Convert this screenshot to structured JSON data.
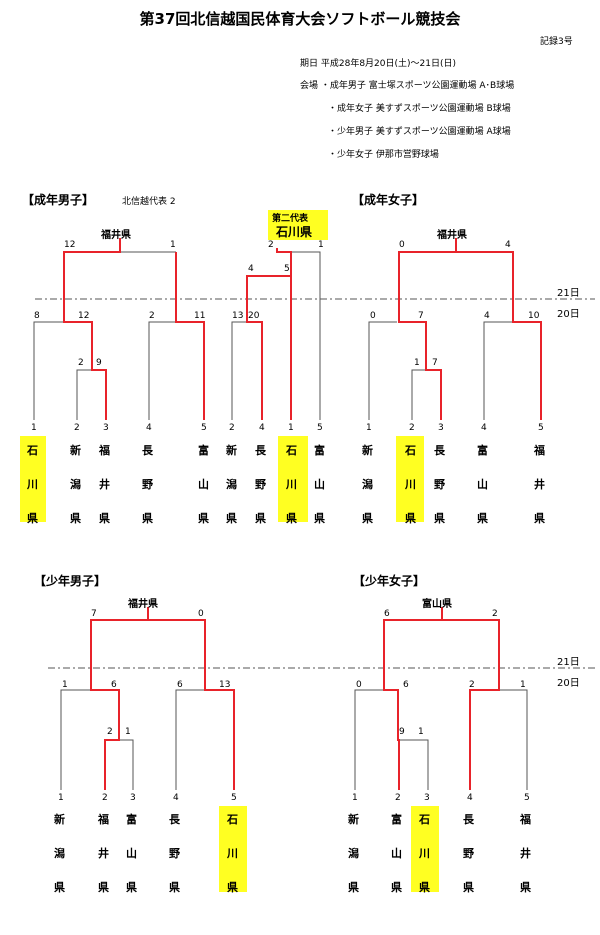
{
  "title": "第37回北信越国民体育大会ソフトボール競技会",
  "record_no": "記録3号",
  "info": {
    "date": "期日 平成28年8月20日(土)～21日(日)",
    "venue1": "会場 ・成年男子 富士塚スポーツ公園運動場 A･B球場",
    "venue2": "・成年女子 美すずスポーツ公園運動場 B球場",
    "venue3": "・少年男子 美すずスポーツ公園運動場 A球場",
    "venue4": "・少年女子 伊那市営野球場"
  },
  "day21": "21日",
  "day20": "20日",
  "men_adult": {
    "header": "【成年男子】",
    "rep": "北信越代表 2",
    "winner": "福井県",
    "second_label": "第二代表",
    "second_winner": "石川県",
    "scores": [
      "12",
      "1",
      "8",
      "12",
      "2",
      "11",
      "2",
      "9",
      "2",
      "1",
      "4",
      "5",
      "13",
      "20"
    ],
    "seeds": [
      "1",
      "2",
      "3",
      "4",
      "5",
      "2",
      "4",
      "1",
      "5"
    ],
    "teams": [
      "石",
      "川",
      "県",
      "新",
      "潟",
      "県",
      "福",
      "井",
      "県",
      "長",
      "野",
      "県",
      "富",
      "山",
      "県",
      "新",
      "潟",
      "県",
      "長",
      "野",
      "県",
      "石",
      "川",
      "県",
      "富",
      "山",
      "県"
    ]
  },
  "women_adult": {
    "header": "【成年女子】",
    "winner": "福井県",
    "scores": [
      "0",
      "4",
      "0",
      "7",
      "4",
      "10",
      "1",
      "7"
    ],
    "seeds": [
      "1",
      "2",
      "3",
      "4",
      "5"
    ],
    "teams": [
      "新",
      "潟",
      "県",
      "石",
      "川",
      "県",
      "長",
      "野",
      "県",
      "富",
      "山",
      "県",
      "福",
      "井",
      "県"
    ]
  },
  "men_youth": {
    "header": "【少年男子】",
    "winner": "福井県",
    "scores": [
      "7",
      "0",
      "1",
      "6",
      "6",
      "13",
      "2",
      "1"
    ],
    "seeds": [
      "1",
      "2",
      "3",
      "4",
      "5"
    ],
    "teams": [
      "新",
      "潟",
      "県",
      "福",
      "井",
      "県",
      "富",
      "山",
      "県",
      "長",
      "野",
      "県",
      "石",
      "川",
      "県"
    ]
  },
  "women_youth": {
    "header": "【少年女子】",
    "winner": "富山県",
    "scores": [
      "6",
      "2",
      "0",
      "6",
      "2",
      "1",
      "9",
      "1"
    ],
    "seeds": [
      "1",
      "2",
      "3",
      "4",
      "5"
    ],
    "teams": [
      "新",
      "潟",
      "県",
      "富",
      "山",
      "県",
      "石",
      "川",
      "県",
      "長",
      "野",
      "県",
      "福",
      "井",
      "県"
    ]
  },
  "colors": {
    "winner_line": "#e8232a",
    "normal_line": "#555555",
    "highlight": "#ffff22"
  }
}
